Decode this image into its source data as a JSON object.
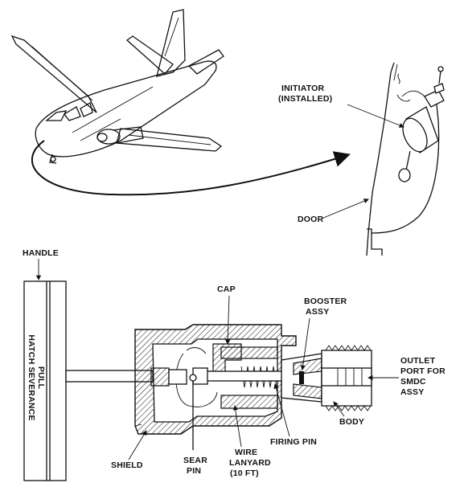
{
  "labels": {
    "initiator_line1": "INITIATOR",
    "initiator_line2": "(INSTALLED)",
    "door": "DOOR",
    "handle": "HANDLE",
    "handle_text_line1": "PULL",
    "handle_text_line2": "HATCH SEVERANCE",
    "cap": "CAP",
    "booster_line1": "BOOSTER",
    "booster_line2": "ASSY",
    "outlet_line1": "OUTLET",
    "outlet_line2": "PORT FOR",
    "outlet_line3": "SMDC",
    "outlet_line4": "ASSY",
    "body": "BODY",
    "firing_pin": "FIRING PIN",
    "shield": "SHIELD",
    "sear_pin_line1": "SEAR",
    "sear_pin_line2": "PIN",
    "lanyard_line1": "WIRE",
    "lanyard_line2": "LANYARD",
    "lanyard_line3": "(10 FT)"
  }
}
